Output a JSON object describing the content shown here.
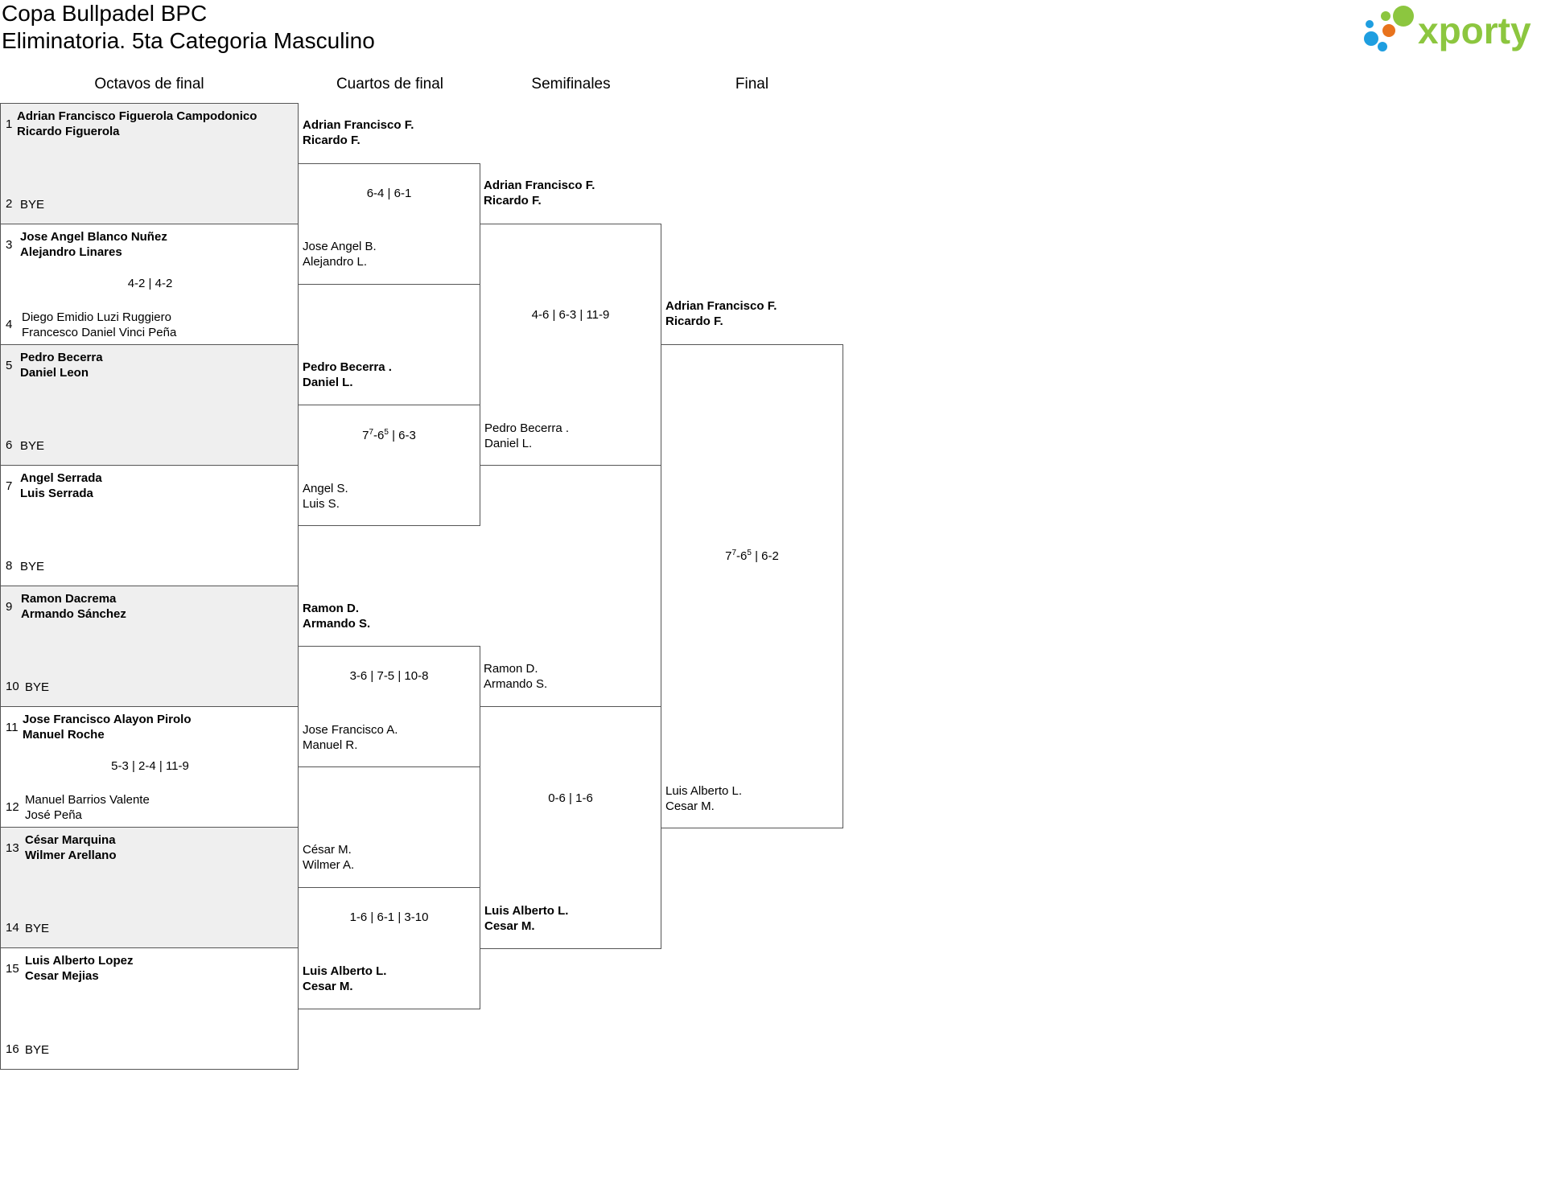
{
  "header": {
    "title_line1": "Copa Bullpadel BPC",
    "title_line2": "Eliminatoria. 5ta Categoria Masculino",
    "brand": "xporty"
  },
  "rounds": [
    "Octavos de final",
    "Cuartos de final",
    "Semifinales",
    "Final"
  ],
  "r16": [
    {
      "seed_a": "1",
      "a1": "Adrian Francisco Figuerola Campodonico",
      "a2": "Ricardo Figuerola",
      "seed_b": "2",
      "b1": "BYE",
      "b2": "",
      "score": ""
    },
    {
      "seed_a": "3",
      "a1": "Jose Angel Blanco Nuñez",
      "a2": "Alejandro Linares",
      "seed_b": "4",
      "b1": "Diego Emidio Luzi Ruggiero",
      "b2": "Francesco Daniel Vinci Peña",
      "score": "4-2 | 4-2"
    },
    {
      "seed_a": "5",
      "a1": "Pedro Becerra",
      "a2": "Daniel Leon",
      "seed_b": "6",
      "b1": "BYE",
      "b2": "",
      "score": ""
    },
    {
      "seed_a": "7",
      "a1": "Angel Serrada",
      "a2": "Luis Serrada",
      "seed_b": "8",
      "b1": "BYE",
      "b2": "",
      "score": ""
    },
    {
      "seed_a": "9",
      "a1": "Ramon Dacrema",
      "a2": "Armando Sánchez",
      "seed_b": "10",
      "b1": "BYE",
      "b2": "",
      "score": ""
    },
    {
      "seed_a": "11",
      "a1": "Jose Francisco Alayon Pirolo",
      "a2": "Manuel Roche",
      "seed_b": "12",
      "b1": "Manuel Barrios Valente",
      "b2": "José Peña",
      "score": "5-3 | 2-4 | 11-9"
    },
    {
      "seed_a": "13",
      "a1": "César Marquina",
      "a2": "Wilmer Arellano",
      "seed_b": "14",
      "b1": "BYE",
      "b2": "",
      "score": ""
    },
    {
      "seed_a": "15",
      "a1": "Luis Alberto Lopez",
      "a2": "Cesar Mejias",
      "seed_b": "16",
      "b1": "BYE",
      "b2": "",
      "score": ""
    }
  ],
  "qf": [
    {
      "a1": "Adrian Francisco F.",
      "a2": "Ricardo F.",
      "b1": "Jose Angel B.",
      "b2": "Alejandro L.",
      "score": "6-4 | 6-1"
    },
    {
      "a1": "Pedro Becerra .",
      "a2": "Daniel L.",
      "b1": "Angel S.",
      "b2": "Luis S.",
      "score_s1": "7",
      "score_s1_sup": "7",
      "score_s2": "-6",
      "score_s2_sup": "5",
      "score_rest": " | 6-3"
    },
    {
      "a1": "Ramon D.",
      "a2": "Armando S.",
      "b1": "Jose Francisco A.",
      "b2": "Manuel R.",
      "score": "3-6 | 7-5 | 10-8"
    },
    {
      "a1": "César M.",
      "a2": "Wilmer A.",
      "b1": "Luis Alberto L.",
      "b2": "Cesar M.",
      "score": "1-6 | 6-1 | 3-10"
    }
  ],
  "sf": [
    {
      "a1": "Adrian Francisco F.",
      "a2": "Ricardo F.",
      "b1": "Pedro Becerra .",
      "b2": "Daniel L.",
      "score": "4-6 | 6-3 | 11-9"
    },
    {
      "a1": "Ramon D.",
      "a2": "Armando S.",
      "b1": "Luis Alberto L.",
      "b2": "Cesar M.",
      "score": "0-6 | 1-6"
    }
  ],
  "final": {
    "a1": "Adrian Francisco F.",
    "a2": "Ricardo F.",
    "b1": "Luis Alberto L.",
    "b2": "Cesar M.",
    "score_s1": "7",
    "score_s1_sup": "7",
    "score_s2": "-6",
    "score_s2_sup": "5",
    "score_rest": " | 6-2"
  }
}
